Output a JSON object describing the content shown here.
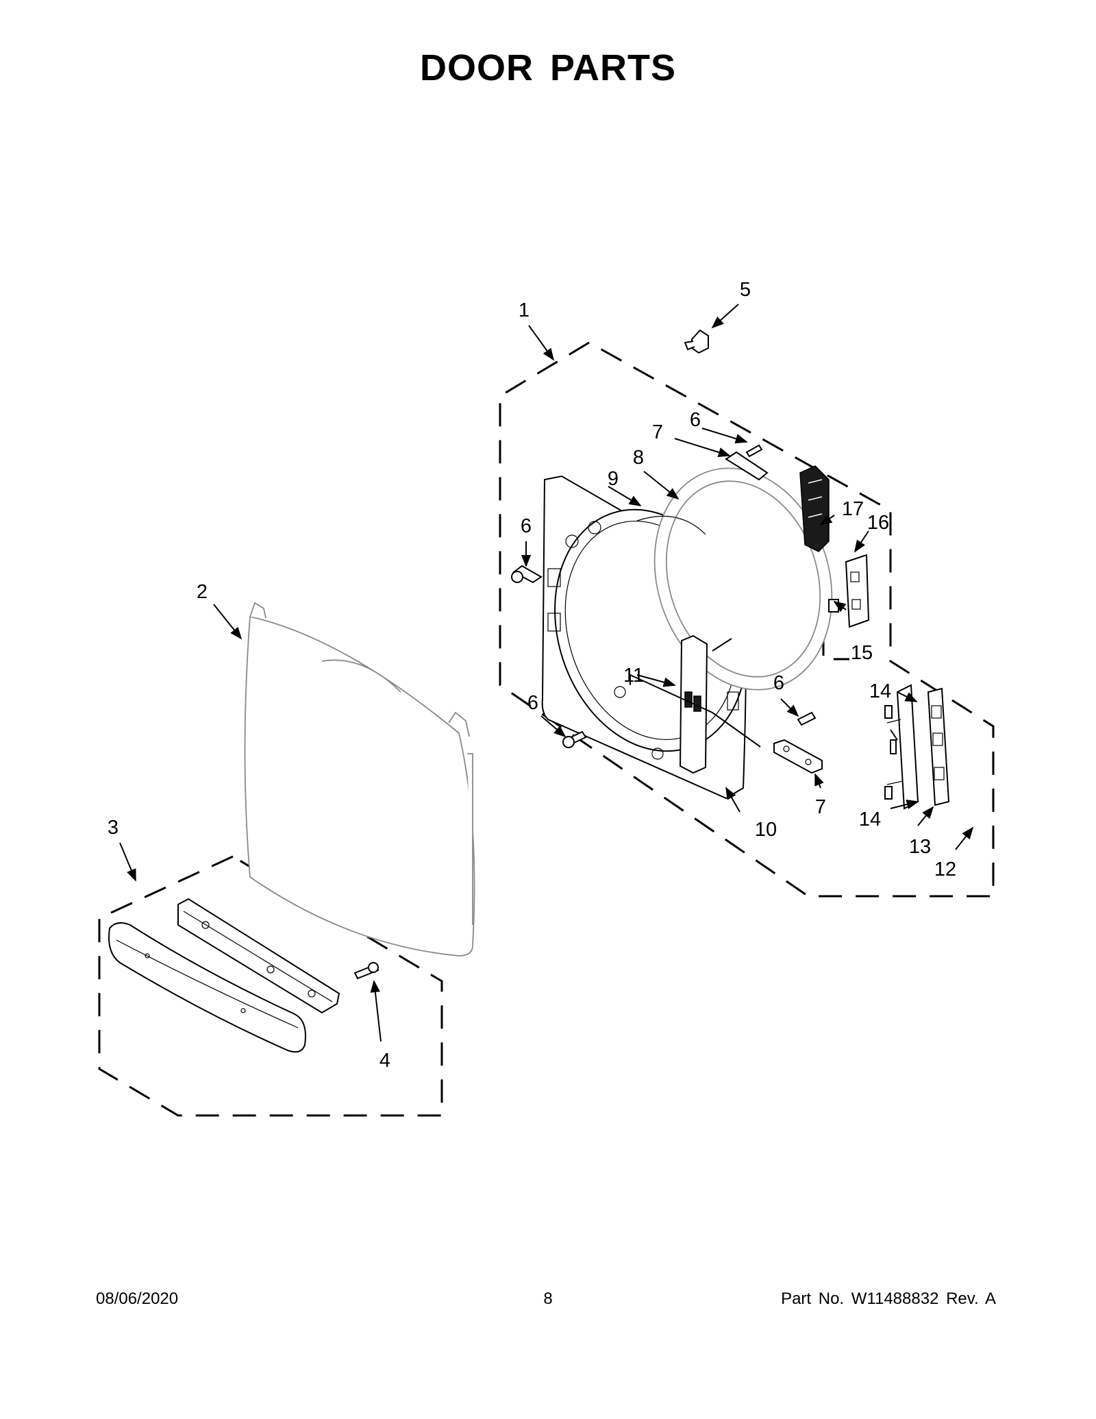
{
  "title": "DOOR PARTS",
  "callouts": {
    "c1": "1",
    "c2": "2",
    "c3": "3",
    "c4": "4",
    "c5": "5",
    "c6a": "6",
    "c6b": "6",
    "c6c": "6",
    "c6d": "6",
    "c7a": "7",
    "c7b": "7",
    "c8": "8",
    "c9": "9",
    "c10": "10",
    "c11": "11",
    "c12": "12",
    "c13": "13",
    "c14a": "14",
    "c14b": "14",
    "c15": "15",
    "c16": "16",
    "c17": "17"
  },
  "footer": {
    "date": "08/06/2020",
    "page": "8",
    "part_no": "Part No.  W11488832  Rev.  A"
  }
}
